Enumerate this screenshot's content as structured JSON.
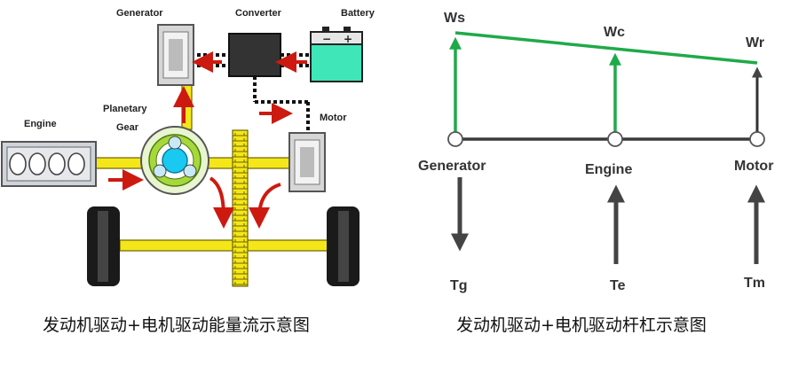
{
  "left_diagram": {
    "labels": {
      "generator": "Generator",
      "converter": "Converter",
      "battery": "Battery",
      "engine": "Engine",
      "planetary_gear_line1": "Planetary",
      "planetary_gear_line2": "Gear",
      "motor": "Motor"
    },
    "caption": "发动机驱动+电机驱动能量流示意图",
    "colors": {
      "shaft": "#f5e61a",
      "arrow": "#cc1a10",
      "battery": "#3ee6b8",
      "converter": "#333333",
      "gear_green": "#a6d83a",
      "gear_cyan": "#19c9f0"
    }
  },
  "right_diagram": {
    "labels": {
      "ws": "Ws",
      "wc": "Wc",
      "wr": "Wr",
      "generator": "Generator",
      "engine": "Engine",
      "motor": "Motor",
      "tg": "Tg",
      "te": "Te",
      "tm": "Tm"
    },
    "caption": "发动机驱动+电机驱动杆杠示意图",
    "colors": {
      "speed_line": "#1faa4a",
      "lever": "#3a3a3a",
      "torque": "#444444"
    }
  }
}
